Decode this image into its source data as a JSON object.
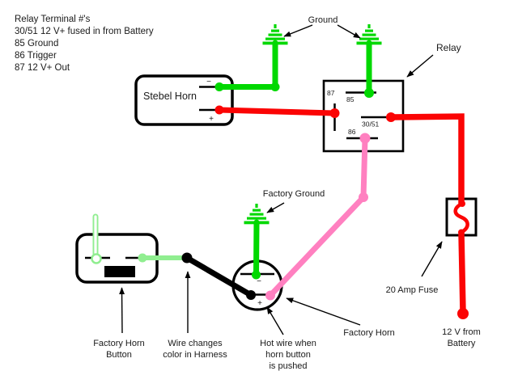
{
  "colors": {
    "green": "#00d800",
    "pale_green": "#90ee90",
    "pink": "#ff80c0",
    "red": "#fb0404",
    "black": "#000000"
  },
  "legend": {
    "lines": [
      "Relay Terminal #'s",
      "30/51 12 V+ fused in from Battery",
      "85 Ground",
      "86 Trigger",
      "87 12 V+ Out"
    ]
  },
  "annotations": {
    "ground": "Ground",
    "relay": "Relay",
    "factory_ground": "Factory Ground",
    "factory_horn": "Factory Horn",
    "fuse": "20 Amp Fuse",
    "battery": [
      "12 V from",
      "Battery"
    ],
    "factory_horn_button": [
      "Factory Horn",
      "Button"
    ],
    "wire_changes": [
      "Wire changes",
      "color in Harness"
    ],
    "hot_wire": [
      "Hot wire when",
      "horn button",
      "is pushed"
    ]
  },
  "stebel_horn": {
    "label": "Stebel Horn",
    "minus": "−",
    "plus": "+"
  },
  "relay_box": {
    "terminals": {
      "t87": "87",
      "t85": "85",
      "t3051": "30/51",
      "t86": "86"
    }
  },
  "factory_horn_circle": {
    "minus": "−",
    "plus": "+"
  }
}
